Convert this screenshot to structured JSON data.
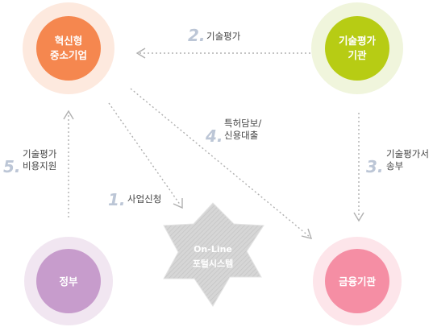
{
  "nodes": {
    "sme": {
      "line1": "혁신형",
      "line2": "중소기업",
      "color": "#f5874f",
      "halo": "#fde9de"
    },
    "agency": {
      "line1": "기술평가",
      "line2": "기관",
      "color": "#b7cc14",
      "halo": "#f0f5dc"
    },
    "government": {
      "line1": "정부",
      "color": "#c79ccc",
      "halo": "#f1e6f1"
    },
    "finance": {
      "line1": "금융기관",
      "color": "#f58ea4",
      "halo": "#fde5ea"
    },
    "portal": {
      "line1": "On-Line",
      "line2": "포털시스템",
      "color": "#cfcfcf"
    }
  },
  "steps": {
    "s1": {
      "num": "1.",
      "label": "사업신청"
    },
    "s2": {
      "num": "2.",
      "label": "기술평가"
    },
    "s3": {
      "num": "3.",
      "label1": "기술평가서",
      "label2": "송부"
    },
    "s4": {
      "num": "4.",
      "label1": "특허담보/",
      "label2": "신용대출"
    },
    "s5": {
      "num": "5.",
      "label1": "기술평가",
      "label2": "비용지원"
    }
  },
  "colors": {
    "step_num": "#bcc6d6",
    "arrow": "#b0b0b0"
  }
}
